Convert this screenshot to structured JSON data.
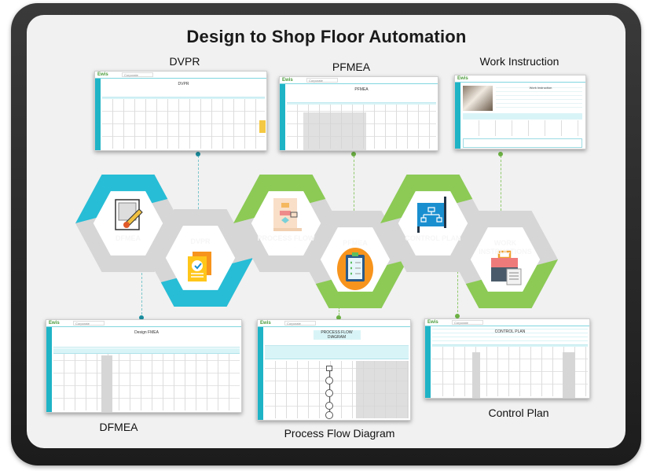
{
  "title": "Design to Shop Floor Automation",
  "app": {
    "logo": "Ewis",
    "selector": "Corporate"
  },
  "screenshots": {
    "dvpr": {
      "caption": "DVPR",
      "title": "DVPR"
    },
    "pfmea": {
      "caption": "PFMEA",
      "title": "PFMEA"
    },
    "work_instruction": {
      "caption": "Work Instruction",
      "title": "Work Instruction"
    },
    "dfmea": {
      "caption": "DFMEA",
      "title": "Design FMEA"
    },
    "process_flow": {
      "caption": "Process Flow Diagram",
      "title": "PROCESS FLOW DIAGRAM"
    },
    "control_plan": {
      "caption": "Control Plan",
      "title": "CONTROL PLAN"
    }
  },
  "hexes": [
    {
      "label": "DFMEA",
      "color": "#27bdd6",
      "colored_half": "top",
      "icon": "blueprint-pencil-icon"
    },
    {
      "label": "DVPR",
      "color": "#27bdd6",
      "colored_half": "bottom",
      "icon": "document-check-icon"
    },
    {
      "label": "PROCESS FLOW",
      "color": "#8cca55",
      "colored_half": "top",
      "icon": "flowchart-icon"
    },
    {
      "label": "PFMEA",
      "color": "#8cca55",
      "colored_half": "bottom",
      "icon": "clipboard-checklist-icon"
    },
    {
      "label": "CONTROL PLAN",
      "color": "#8cca55",
      "colored_half": "top",
      "icon": "org-chart-board-icon"
    },
    {
      "label": "WORK INSTRUCTIONS",
      "color": "#8cca55",
      "colored_half": "bottom",
      "icon": "briefcase-document-icon"
    }
  ],
  "colors": {
    "gray": "#d6d6d6",
    "teal": "#1fb3c6"
  }
}
